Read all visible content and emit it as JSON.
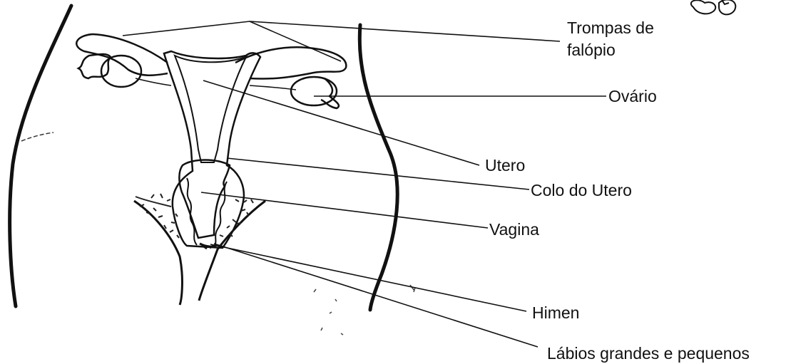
{
  "diagram": {
    "labels": {
      "trompas_line1": "Trompas de",
      "trompas_line2": "falópio",
      "ovario": "Ovário",
      "utero": "Utero",
      "colo": "Colo do Utero",
      "vagina": "Vagina",
      "himen": "Himen",
      "labios": "Lábios grandes e pequenos"
    }
  },
  "colors": {
    "ink": "#111111",
    "background": "#ffffff"
  }
}
